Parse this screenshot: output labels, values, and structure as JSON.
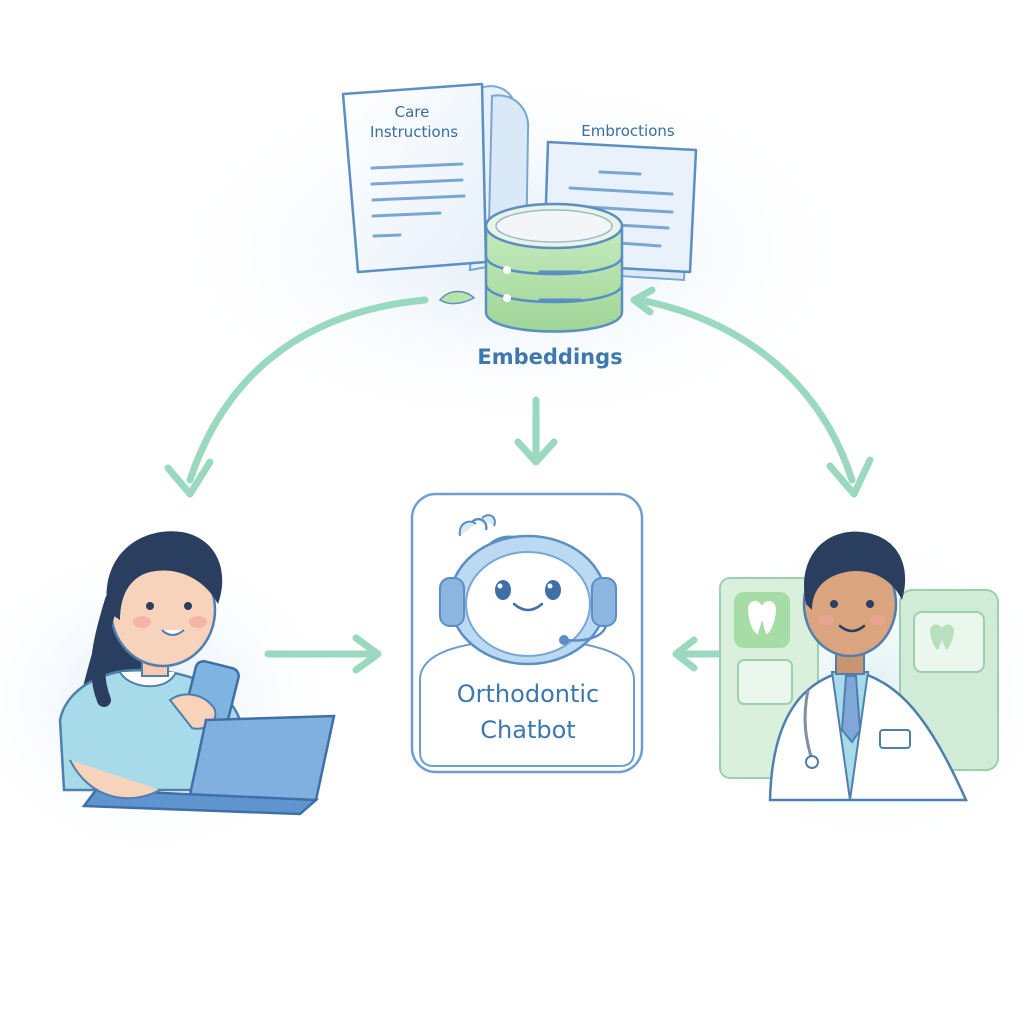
{
  "documents": {
    "care_instructions": {
      "line1": "Care",
      "line2": "Instructions"
    },
    "second_doc": {
      "title": "Embroctions"
    }
  },
  "database": {
    "label": "Embeddings"
  },
  "chatbot": {
    "line1": "Orthodontic",
    "line2": "Chatbot"
  },
  "colors": {
    "arrow_green": "#9bd8c0",
    "outline_blue": "#5b8fc4",
    "db_green": "#a9dca0",
    "card_border": "#6f9fcf",
    "text_blue": "#3d78ae"
  }
}
